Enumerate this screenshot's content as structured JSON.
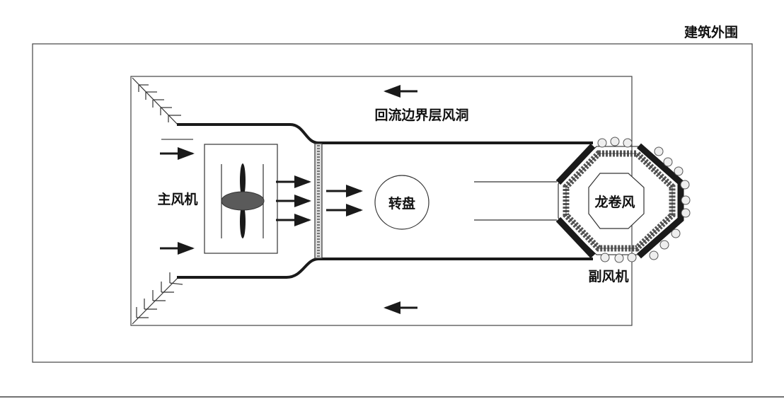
{
  "labels": {
    "building": "建筑外围",
    "return_tunnel": "回流边界层风洞",
    "main_fan": "主风机",
    "turntable": "转盘",
    "tornado": "龙卷风",
    "aux_fan": "副风机"
  },
  "colors": {
    "line": "#1a1a1a",
    "fan_hub": "#5a5a5a",
    "frame": "#444444"
  }
}
